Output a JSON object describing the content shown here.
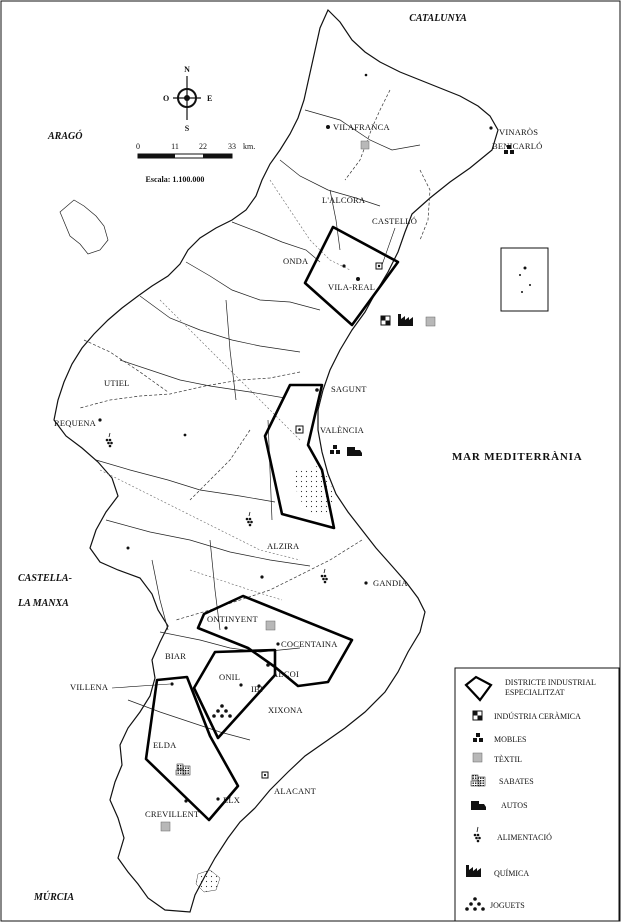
{
  "compass": {
    "north": "N",
    "south": "S",
    "east": "E",
    "west": "O"
  },
  "scale": {
    "ticks": [
      "0",
      "11",
      "22",
      "33"
    ],
    "unit": "km.",
    "text": "Escala: 1.100.000"
  },
  "regions": {
    "catalunya": "CATALUNYA",
    "arago": "ARAGÓ",
    "castella_1": "CASTELLA-",
    "castella_2": "LA MANXA",
    "murcia": "MÚRCIA",
    "sea": "MAR  MEDITERRÀNIA"
  },
  "towns": {
    "vinaros": "VINARÒS",
    "benicarlo": "BENICARLÓ",
    "vilafranca": "VILAFRANCA",
    "lalcora": "L'ALCORA",
    "castello": "CASTELLÓ",
    "onda": "ONDA",
    "vilareal": "VILA-REAL",
    "utiel": "UTIEL",
    "requena": "REQUENA",
    "sagunt": "SAGUNT",
    "valencia": "VALÈNCIA",
    "alzira": "ALZIRA",
    "gandia": "GANDIA",
    "ontinyent": "ONTINYENT",
    "cocentaina": "COCENTAINA",
    "biar": "BIAR",
    "onil": "ONIL",
    "alcoi": "ALCOI",
    "ibi": "IBI",
    "villena": "VILLENA",
    "xixona": "XIXONA",
    "elda": "ELDA",
    "alacant": "ALACANT",
    "elx": "ELX",
    "crevillent": "CREVILLENT"
  },
  "legend": {
    "district_1": "DISTRICTE INDUSTRIAL",
    "district_2": "ESPECIALITZAT",
    "ceramica": "INDÚSTRIA CERÀMICA",
    "mobles": "MOBLES",
    "textil": "TÈXTIL",
    "sabates": "SABATES",
    "autos": "AUTOS",
    "alimentacio": "ALIMENTACIÓ",
    "quimica": "QUÍMICA",
    "joguets": "JOGUETS"
  },
  "colors": {
    "ink": "#111111",
    "textile": "#b8b8b8",
    "paper": "#ffffff"
  }
}
